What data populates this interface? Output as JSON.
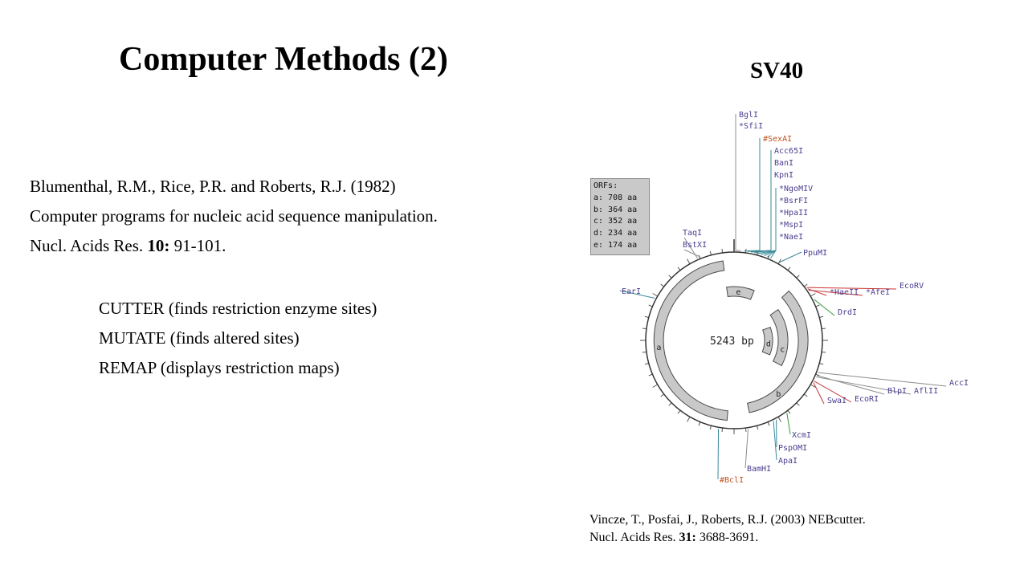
{
  "slide": {
    "title": "Computer Methods (2)",
    "map_title": "SV40",
    "reference1": {
      "authors": "Blumenthal, R.M., Rice, P.R. and Roberts, R.J. (1982)",
      "article_title": "Computer programs for nucleic acid sequence manipulation.",
      "journal": "Nucl. Acids Res. ",
      "volume": "10:",
      "pages": " 91-101."
    },
    "tools": [
      "CUTTER (finds restriction enzyme sites)",
      "MUTATE (finds altered sites)",
      "REMAP (displays restriction maps)"
    ],
    "reference2": {
      "line1": "Vincze, T., Posfai, J., Roberts, R.J. (2003) NEBcutter.",
      "journal": "Nucl. Acids Res. ",
      "volume": "31:",
      "pages": " 3688-3691."
    }
  },
  "plasmid_map": {
    "size_label": "5243 bp",
    "orfs_heading": "ORFs:",
    "orfs": [
      "a: 708 aa",
      "b: 364 aa",
      "c: 352 aa",
      "d: 234 aa",
      "e: 174 aa"
    ],
    "orf_letters": [
      "a",
      "b",
      "c",
      "d",
      "e"
    ],
    "enzymes_top": [
      "BglI",
      "*SfiI",
      "#SexAI",
      "Acc65I",
      "BanI",
      "KpnI",
      "*NgoMIV",
      "*BsrFI",
      "*HpaII",
      "*MspI",
      "*NaeI"
    ],
    "enzymes": [
      "TaqI",
      "BstXI",
      "EarI",
      "PpuMI",
      "*HaeII",
      "*AfeI",
      "EcoRV",
      "DrdI",
      "AccI",
      "BlpI",
      "AflII",
      "SwaI",
      "EcoRI",
      "XcmI",
      "PspOMI",
      "ApaI",
      "BamHI",
      "#BclI"
    ],
    "colors": {
      "label": "#4b3d8f",
      "orange_label": "#c0501e",
      "arc_fill": "#c8c8c8",
      "arc_stroke": "#4a4a4a",
      "line_gray": "#8c8c8c",
      "line_teal": "#3a8a9a",
      "line_red": "#cc3333",
      "line_green": "#3a9a3a",
      "orf_box": "#c9c9c9"
    }
  }
}
